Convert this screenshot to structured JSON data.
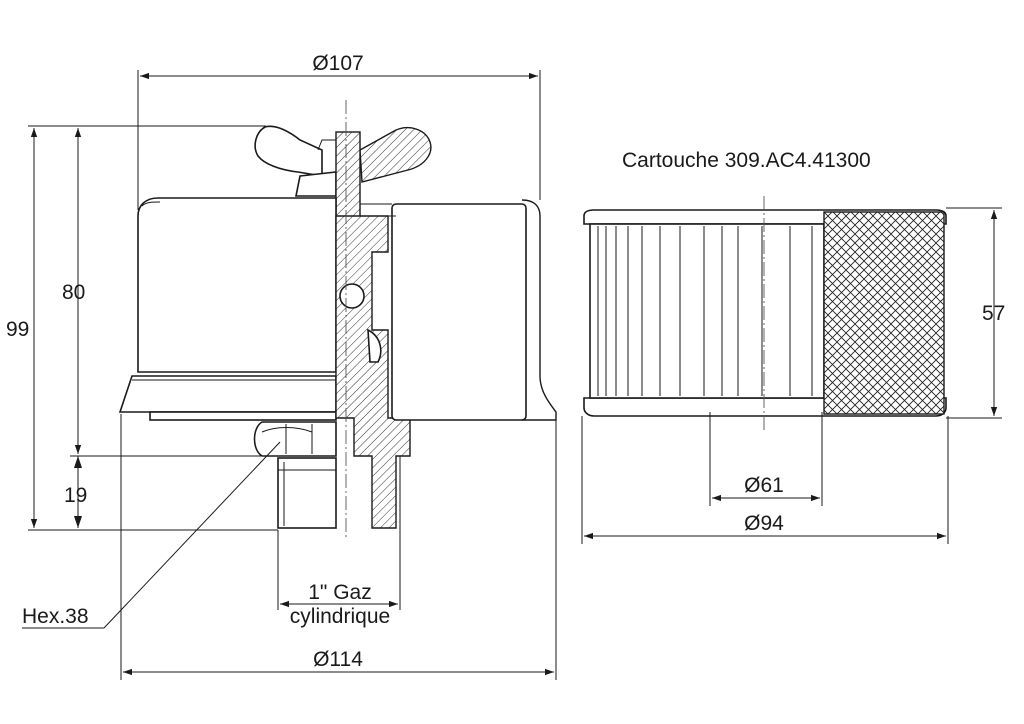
{
  "drawing": {
    "left_view": {
      "dim_top_diameter": "Ø107",
      "dim_bottom_diameter": "Ø114",
      "dim_total_height": "99",
      "dim_body_height": "80",
      "dim_thread_height": "19",
      "thread_label_line1": "1\" Gaz",
      "thread_label_line2": "cylindrique",
      "hex_label": "Hex.38"
    },
    "right_view": {
      "title": "Cartouche 309.AC4.41300",
      "dim_height": "57",
      "dim_inner_diameter": "Ø61",
      "dim_outer_diameter": "Ø94"
    }
  }
}
